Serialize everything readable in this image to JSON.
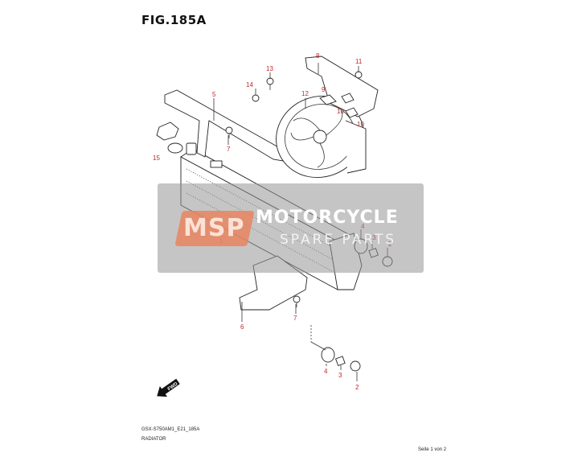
{
  "figure": {
    "title": "FIG.185A"
  },
  "footer": {
    "code": "GSX-S750AM1_E21_185A",
    "name": "RADIATOR",
    "page": "Seite 1 von 2"
  },
  "watermark": {
    "logo": "MSP",
    "line1": "MOTORCYCLE",
    "line2": "SPARE PARTS",
    "color_logo": "#e8845f"
  },
  "fwd_label": "FWD",
  "callouts": {
    "c1": "1",
    "c2a": "2",
    "c2b": "2",
    "c3a": "3",
    "c3b": "3",
    "c4a": "4",
    "c4b": "4",
    "c5": "5",
    "c6": "6",
    "c7a": "7",
    "c7b": "7",
    "c8": "8",
    "c9": "9",
    "c10a": "10",
    "c10b": "10",
    "c11": "11",
    "c12": "12",
    "c13": "13",
    "c14": "14",
    "c15": "15"
  },
  "colors": {
    "callout": "#c0282c",
    "line": "#222222"
  }
}
